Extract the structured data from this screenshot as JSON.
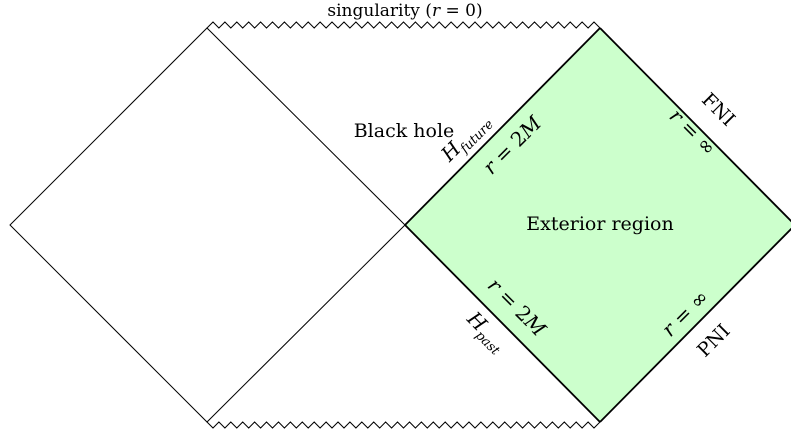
{
  "diagram": {
    "singularity": {
      "prefix": "singularity (",
      "var": "r",
      "suffix": " = 0)"
    },
    "black_hole": "Black hole",
    "exterior_region": "Exterior region",
    "fni": "FNI",
    "pni": "PNI",
    "h_future": {
      "base": "H",
      "sub": "future"
    },
    "h_past": {
      "base": "H",
      "sub": "past"
    },
    "horizon_future_label": {
      "var": "r",
      "mid": " = 2",
      "mass": "M"
    },
    "horizon_past_label": {
      "var": "r",
      "mid": " = 2",
      "mass": "M"
    },
    "infinity_future_label": {
      "var": "r",
      "rest": " = ∞"
    },
    "infinity_past_label": {
      "var": "r",
      "rest": " = ∞"
    },
    "colors": {
      "exterior_fill": "#ccffcc",
      "line": "#000000"
    }
  }
}
